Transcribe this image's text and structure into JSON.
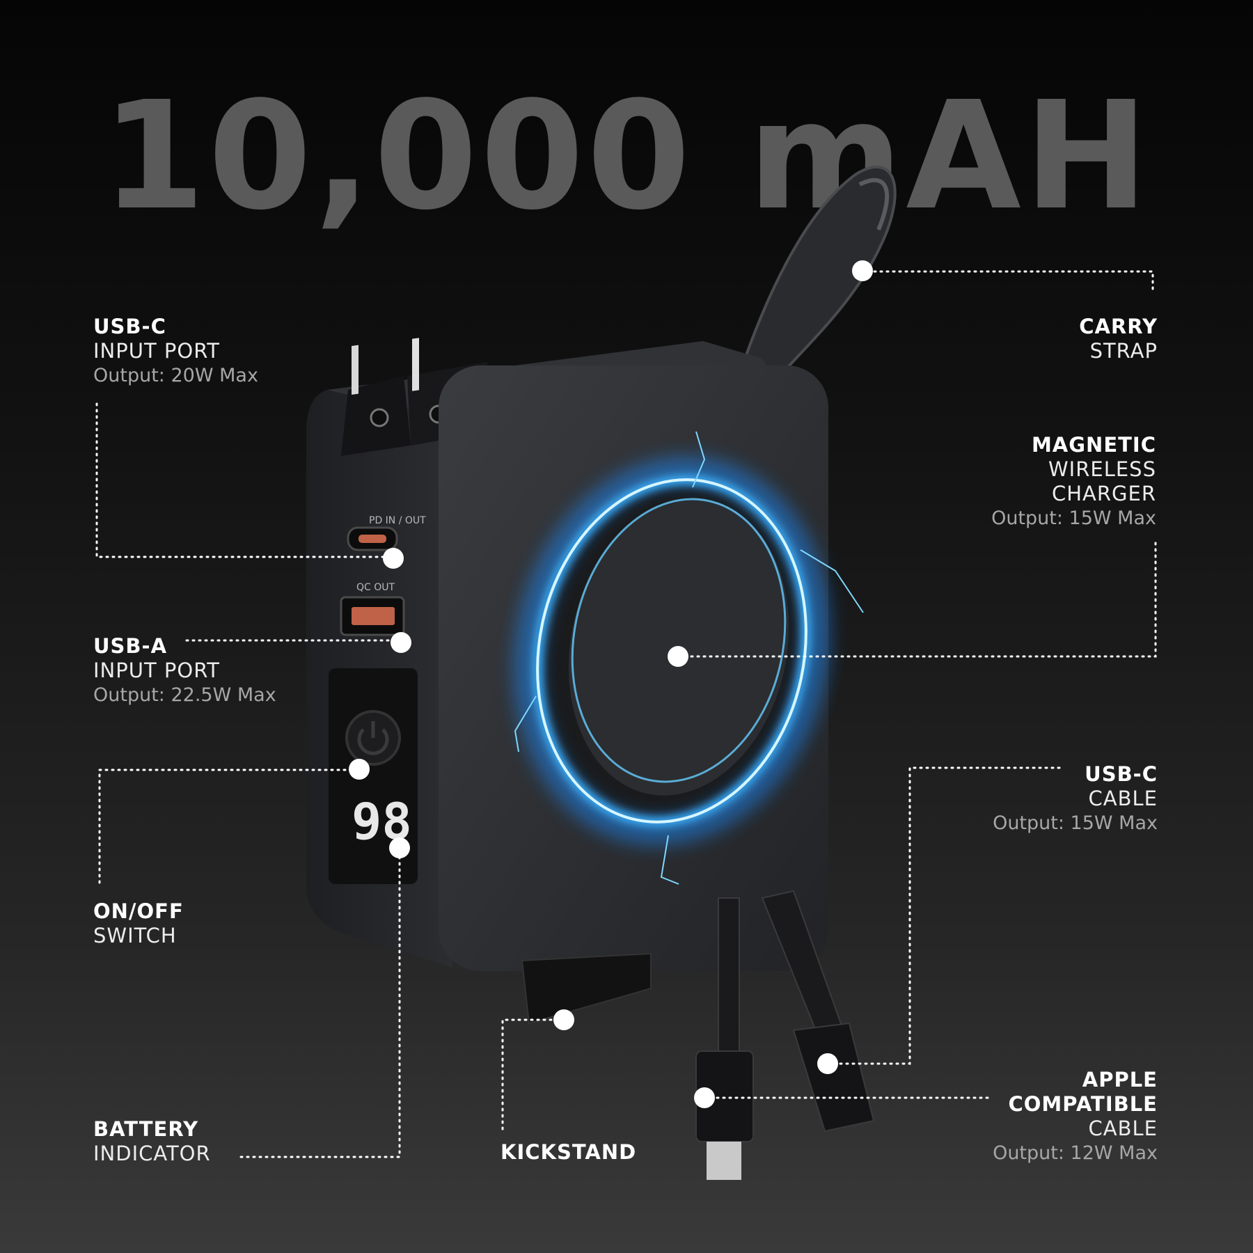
{
  "headline": "10,000 mAH",
  "device": {
    "port_label_top": "PD IN / OUT",
    "port_label_bottom": "QC OUT",
    "display_value": "98"
  },
  "callouts": {
    "usb_c_input": {
      "title": "USB-C",
      "subtitle": "INPUT PORT",
      "output": "Output: 20W Max"
    },
    "usb_a_input": {
      "title": "USB-A",
      "subtitle": "INPUT PORT",
      "output": "Output: 22.5W Max"
    },
    "on_off": {
      "title": "ON/OFF",
      "subtitle": "SWITCH"
    },
    "battery": {
      "title": "BATTERY",
      "subtitle": "INDICATOR"
    },
    "kickstand": {
      "title": "KICKSTAND"
    },
    "carry_strap": {
      "title": "CARRY",
      "subtitle": "STRAP"
    },
    "magnetic": {
      "title": "MAGNETIC",
      "line2": "WIRELESS",
      "line3": "CHARGER",
      "output": "Output: 15W Max"
    },
    "usb_c_cable": {
      "title": "USB-C",
      "subtitle": "CABLE",
      "output": "Output: 15W Max"
    },
    "apple": {
      "title": "APPLE",
      "line2": "COMPATIBLE",
      "line3": "CABLE",
      "output": "Output: 12W Max"
    }
  },
  "colors": {
    "headline": "#5a5a5a",
    "device_body": "#2e3033",
    "ring_glow": "#1e90ff",
    "callout_dot": "#ffffff"
  }
}
